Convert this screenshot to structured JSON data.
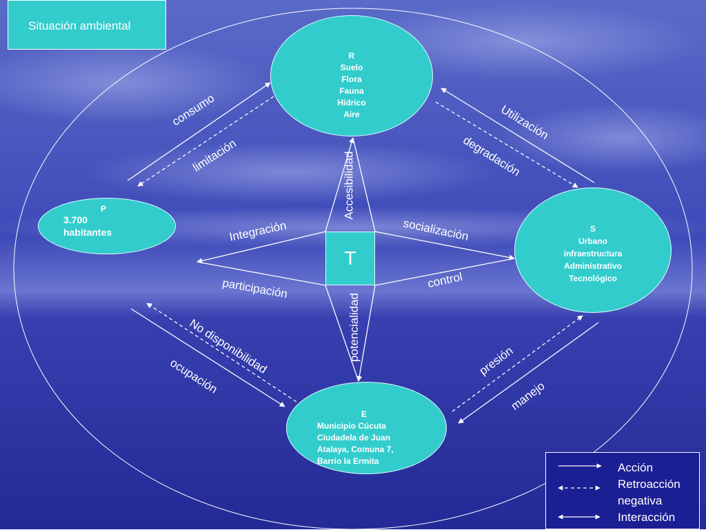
{
  "title": "Situación ambiental",
  "nodes": {
    "r": {
      "lines": [
        "R",
        "Suelo",
        "Flora",
        "Fauna",
        "Hídrico",
        "Aire"
      ]
    },
    "p": {
      "code": "P",
      "lines": [
        "3.700",
        "habitantes"
      ]
    },
    "s": {
      "lines": [
        "S",
        "Urbano",
        "infraestructura",
        "Administrativo",
        "Tecnológico"
      ]
    },
    "e": {
      "code": "E",
      "lines": [
        "Municipio Cúcuta",
        "Ciudadela de Juan",
        "Atalaya, Comuna 7,",
        "Barrio la Ermita"
      ]
    },
    "t": "T"
  },
  "labels": {
    "consumo": "consumo",
    "limitacion": "limitación",
    "utilizacion": "Utilización",
    "degradacion": "degradación",
    "accesibilidad": "Accesibilidad",
    "potencialidad": "potencialidad",
    "integracion": "Integración",
    "participacion": "participación",
    "socializacion": "socialización",
    "control": "control",
    "no_disponibilidad": "No disponibilidad",
    "ocupacion": "ocupación",
    "presion": "presión",
    "manejo": "manejo"
  },
  "legend": {
    "accion": "Acción",
    "retroaccion_1": "Retroacción",
    "retroaccion_2": "negativa",
    "interaccion": "Interacción"
  },
  "colors": {
    "node_fill": "#33cccc",
    "background_sky": "#3c46b4",
    "background_sea": "#2a2fa0",
    "legend_fill": "#1b1f94",
    "line": "#ffffff"
  }
}
